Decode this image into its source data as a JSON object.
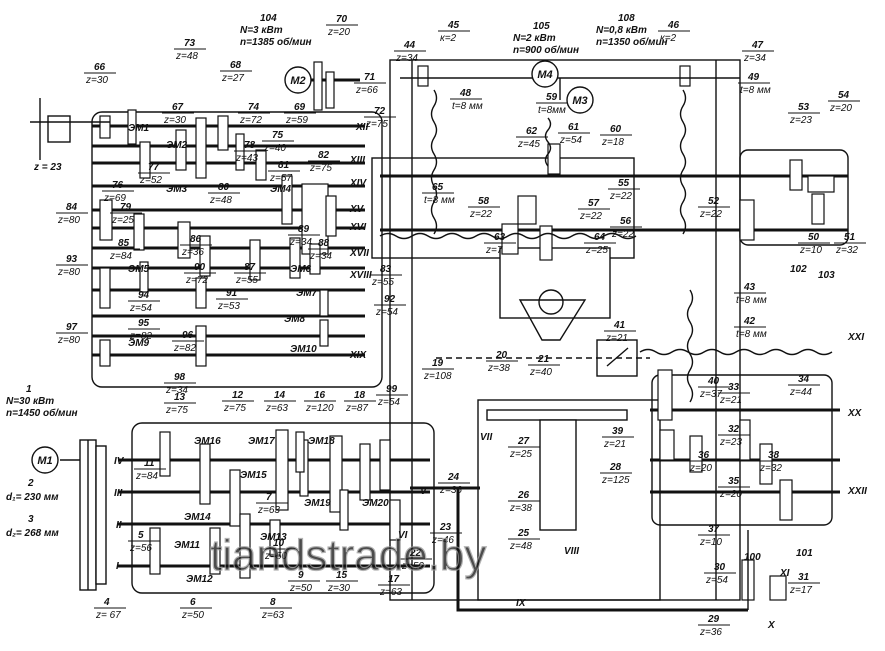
{
  "motors": [
    {
      "id": "m1",
      "name": "M1",
      "ref": "1",
      "power": "N=30 кВт",
      "speed": "n=1450 об/мин"
    },
    {
      "id": "m2",
      "name": "M2",
      "ref": "104",
      "power": "N=3 кВт",
      "speed": "n=1385 об/мин"
    },
    {
      "id": "m4",
      "name": "M4",
      "ref": "105",
      "power": "N=2 кВт",
      "speed": "n=900 об/мин"
    },
    {
      "id": "m3",
      "name": "M3",
      "ref": "108",
      "power": "N=0,8 кВт",
      "speed": "n=1350 об/мин"
    }
  ],
  "pulleys": [
    {
      "ref": "2",
      "value": "d₁= 230 мм"
    },
    {
      "ref": "3",
      "value": "d₂= 268 мм"
    }
  ],
  "gear_labels": [
    {
      "ref": "4",
      "z": "z= 67"
    },
    {
      "ref": "5",
      "z": "z=56"
    },
    {
      "ref": "6",
      "z": "z=50"
    },
    {
      "ref": "7",
      "z": "z=63"
    },
    {
      "ref": "8",
      "z": "z=63"
    },
    {
      "ref": "9",
      "z": "z=50"
    },
    {
      "ref": "10",
      "z": "z=50"
    },
    {
      "ref": "11",
      "z": "z=84"
    },
    {
      "ref": "12",
      "z": "z=75"
    },
    {
      "ref": "13",
      "z": "z=75"
    },
    {
      "ref": "14",
      "z": "z=63"
    },
    {
      "ref": "15",
      "z": "z=30"
    },
    {
      "ref": "16",
      "z": "z=120"
    },
    {
      "ref": "17",
      "z": "z=63"
    },
    {
      "ref": "18",
      "z": "z=87"
    },
    {
      "ref": "19",
      "z": "z=108"
    },
    {
      "ref": "20",
      "z": "z=38"
    },
    {
      "ref": "21",
      "z": "z=40"
    },
    {
      "ref": "22",
      "z": "z=50"
    },
    {
      "ref": "23",
      "z": "z=46"
    },
    {
      "ref": "24",
      "z": "z=36"
    },
    {
      "ref": "25",
      "z": "z=48"
    },
    {
      "ref": "26",
      "z": "z=38"
    },
    {
      "ref": "27",
      "z": "z=25"
    },
    {
      "ref": "28",
      "z": "z=125"
    },
    {
      "ref": "29",
      "z": "z=36"
    },
    {
      "ref": "30",
      "z": "z=54"
    },
    {
      "ref": "31",
      "z": "z=17"
    },
    {
      "ref": "32",
      "z": "z=23"
    },
    {
      "ref": "33",
      "z": "z=21"
    },
    {
      "ref": "34",
      "z": "z=44"
    },
    {
      "ref": "35",
      "z": "z=20"
    },
    {
      "ref": "36",
      "z": "z=20"
    },
    {
      "ref": "37",
      "z": "z=10"
    },
    {
      "ref": "38",
      "z": "z=32"
    },
    {
      "ref": "39",
      "z": "z=21"
    },
    {
      "ref": "40",
      "z": "z=37"
    },
    {
      "ref": "41",
      "z": "z=21"
    },
    {
      "ref": "42",
      "z": "t=8 мм"
    },
    {
      "ref": "43",
      "z": "t=8 мм"
    },
    {
      "ref": "44",
      "z": "z=34"
    },
    {
      "ref": "45",
      "z": "к=2"
    },
    {
      "ref": "46",
      "z": "к=2"
    },
    {
      "ref": "47",
      "z": "z=34"
    },
    {
      "ref": "48",
      "z": "t=8 мм"
    },
    {
      "ref": "49",
      "z": "t=8 мм"
    },
    {
      "ref": "50",
      "z": "z=10"
    },
    {
      "ref": "51",
      "z": "z=32"
    },
    {
      "ref": "52",
      "z": "z=22"
    },
    {
      "ref": "53",
      "z": "z=23"
    },
    {
      "ref": "54",
      "z": "z=20"
    },
    {
      "ref": "55",
      "z": "z=22"
    },
    {
      "ref": "56",
      "z": "z=22"
    },
    {
      "ref": "57",
      "z": "z=22"
    },
    {
      "ref": "58",
      "z": "z=22"
    },
    {
      "ref": "59",
      "z": "t=8мм"
    },
    {
      "ref": "60",
      "z": "z=18"
    },
    {
      "ref": "61",
      "z": "z=54"
    },
    {
      "ref": "62",
      "z": "z=45"
    },
    {
      "ref": "63",
      "z": "z=7"
    },
    {
      "ref": "64",
      "z": "z=25"
    },
    {
      "ref": "65",
      "z": "t=8 мм"
    },
    {
      "ref": "66",
      "z": "z=30"
    },
    {
      "ref": "67",
      "z": "z=30"
    },
    {
      "ref": "68",
      "z": "z=27"
    },
    {
      "ref": "69",
      "z": "z=59"
    },
    {
      "ref": "70",
      "z": "z=20"
    },
    {
      "ref": "71",
      "z": "z=66"
    },
    {
      "ref": "72",
      "z": "z=75"
    },
    {
      "ref": "73",
      "z": "z=48"
    },
    {
      "ref": "74",
      "z": "z=72"
    },
    {
      "ref": "75",
      "z": "z=40"
    },
    {
      "ref": "76",
      "z": "z=69"
    },
    {
      "ref": "77",
      "z": "z=52"
    },
    {
      "ref": "78",
      "z": "z=43"
    },
    {
      "ref": "79",
      "z": "z=25"
    },
    {
      "ref": "80",
      "z": "z=48"
    },
    {
      "ref": "81",
      "z": "z=57"
    },
    {
      "ref": "82",
      "z": "z=75"
    },
    {
      "ref": "83",
      "z": "z=55"
    },
    {
      "ref": "84",
      "z": "z=80"
    },
    {
      "ref": "85",
      "z": "z=84"
    },
    {
      "ref": "86",
      "z": "z=36"
    },
    {
      "ref": "87",
      "z": "z=55"
    },
    {
      "ref": "88",
      "z": "z=34"
    },
    {
      "ref": "89",
      "z": "z=34"
    },
    {
      "ref": "90",
      "z": "z=72"
    },
    {
      "ref": "91",
      "z": "z=53"
    },
    {
      "ref": "92",
      "z": "z=54"
    },
    {
      "ref": "93",
      "z": "z=80"
    },
    {
      "ref": "94",
      "z": "z=54"
    },
    {
      "ref": "95",
      "z": "z=82"
    },
    {
      "ref": "96",
      "z": "z=82"
    },
    {
      "ref": "97",
      "z": "z=80"
    },
    {
      "ref": "98",
      "z": "z=34"
    },
    {
      "ref": "99",
      "z": "z=54"
    }
  ],
  "extra_labels": [
    {
      "ref": "63b",
      "z": "z = 23"
    }
  ],
  "clutches": [
    "ЭМ1",
    "ЭМ2",
    "ЭМ3",
    "ЭМ4",
    "ЭМ5",
    "ЭМ6",
    "ЭМ7",
    "ЭМ8",
    "ЭМ9",
    "ЭМ10",
    "ЭМ11",
    "ЭМ12",
    "ЭМ13",
    "ЭМ14",
    "ЭМ15",
    "ЭМ16",
    "ЭМ17",
    "ЭМ18",
    "ЭМ19",
    "ЭМ20"
  ],
  "shafts": [
    "I",
    "II",
    "III",
    "IV",
    "V",
    "VI",
    "VII",
    "VIII",
    "IX",
    "X",
    "XI",
    "XII",
    "XIII",
    "XIV",
    "XV",
    "XVI",
    "XVII",
    "XVIII",
    "XIX",
    "XX",
    "XXI",
    "XXII"
  ],
  "misc_refs": [
    "100",
    "101",
    "102",
    "103"
  ],
  "watermark": "tiandstrade.by"
}
